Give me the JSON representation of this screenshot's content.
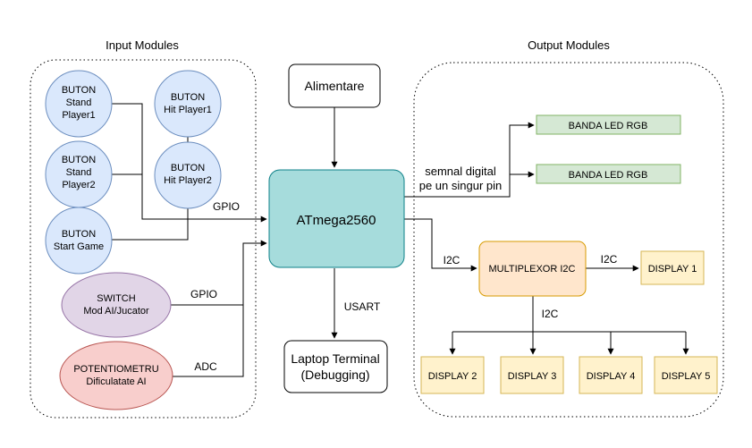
{
  "sections": {
    "input_title": "Input Modules",
    "output_title": "Output Modules"
  },
  "inputs": {
    "stand_p1": [
      "BUTON",
      "Stand",
      "Player1"
    ],
    "hit_p1": [
      "BUTON",
      "Hit Player1"
    ],
    "stand_p2": [
      "BUTON",
      "Stand",
      "Player2"
    ],
    "hit_p2": [
      "BUTON",
      "Hit Player2"
    ],
    "start": [
      "BUTON",
      "Start Game"
    ],
    "switch": [
      "SWITCH",
      "Mod AI/Jucator"
    ],
    "pot": [
      "POTENTIOMETRU",
      "Dificulatate AI"
    ]
  },
  "center": {
    "power": "Alimentare",
    "mcu": "ATmega2560",
    "laptop": [
      "Laptop Terminal",
      "(Debugging)"
    ]
  },
  "outputs": {
    "led1": "BANDA LED RGB",
    "led2": "BANDA LED RGB",
    "mux": "MULTIPLEXOR I2C",
    "d1": "DISPLAY 1",
    "d2": "DISPLAY 2",
    "d3": "DISPLAY 3",
    "d4": "DISPLAY 4",
    "d5": "DISPLAY 5"
  },
  "edges": {
    "gpio_buttons": "GPIO",
    "gpio_switch": "GPIO",
    "adc": "ADC",
    "usart": "USART",
    "signal": [
      "semnal digital",
      "pe un singur pin"
    ],
    "i2c_mcu_mux": "I2C",
    "i2c_mux_d1": "I2C",
    "i2c_mux_bus": "I2C"
  },
  "colors": {
    "button_fill": "#dae8fc",
    "button_stroke": "#6c8ebf",
    "switch_fill": "#e1d5e7",
    "switch_stroke": "#9673a6",
    "pot_fill": "#f8cecc",
    "pot_stroke": "#b85450",
    "mcu_fill": "#a6dcdc",
    "mcu_stroke": "#0e8088",
    "led_fill": "#d5e8d4",
    "led_stroke": "#82b366",
    "mux_fill": "#ffe6cc",
    "mux_stroke": "#d79b00",
    "display_fill": "#fff2cc",
    "display_stroke": "#d6b656"
  }
}
